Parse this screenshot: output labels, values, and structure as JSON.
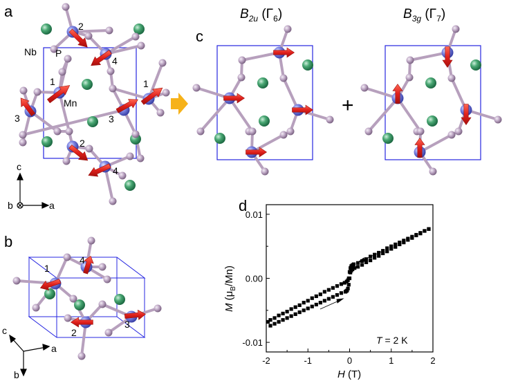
{
  "panels": {
    "a": {
      "letter": "a",
      "atoms": {
        "nb": "Nb",
        "p": "P",
        "mn": "Mn"
      },
      "site_numbers": [
        "1",
        "2",
        "3",
        "4"
      ],
      "axes": {
        "c": "c",
        "b": "b",
        "a": "a"
      }
    },
    "b": {
      "letter": "b",
      "site_numbers": [
        "1",
        "4",
        "2",
        "3"
      ],
      "axes": {
        "c": "c",
        "a": "a",
        "b": "b"
      }
    },
    "c": {
      "letter": "c",
      "mode1": {
        "main": "B",
        "sub": "2u",
        "gamma": "Γ",
        "gamma_sub": "6"
      },
      "plus": "+",
      "mode2": {
        "main": "B",
        "sub": "3g",
        "gamma": "Γ",
        "gamma_sub": "7"
      }
    },
    "d": {
      "letter": "d",
      "ylabel_main": "M",
      "ylabel_unit": "(μ",
      "ylabel_unit_sub": "B",
      "ylabel_unit_end": "/Mn)",
      "xlabel_main": "H",
      "xlabel_unit": "(T)",
      "annotation": "T = 2 K",
      "x_ticks": [
        "-2",
        "-1",
        "0",
        "1",
        "2"
      ],
      "y_ticks": [
        "0.01",
        "0.00",
        "-0.01"
      ]
    }
  },
  "colors": {
    "nb": "#3f9a6a",
    "p": "#b7a0bd",
    "mn": "#6c74d8",
    "arrow": "#e0201c",
    "cell": "#2424e0",
    "transition_arrow": "#f6b21a"
  },
  "chart_data": {
    "type": "scatter",
    "title": "",
    "xlabel": "H (T)",
    "ylabel": "M (μB/Mn)",
    "xlim": [
      -2,
      2
    ],
    "ylim": [
      -0.0115,
      0.0115
    ],
    "annotation": "T = 2 K",
    "series": [
      {
        "values_x": [
          -1.96,
          -1.9,
          -1.8,
          -1.7,
          -1.6,
          -1.5,
          -1.4,
          -1.3,
          -1.2,
          -1.1,
          -1.0,
          -0.9,
          -0.8,
          -0.7,
          -0.6,
          -0.5,
          -0.4,
          -0.3,
          -0.2,
          -0.12,
          -0.07,
          -0.04,
          -0.02,
          0.0,
          0.02,
          0.04,
          0.06,
          0.08,
          0.1,
          0.2,
          0.3,
          0.4,
          0.5,
          0.6,
          0.7,
          0.8,
          0.9,
          1.0,
          1.1,
          1.2,
          1.3,
          1.4,
          1.5,
          1.6,
          1.7,
          1.8,
          1.9
        ],
        "values_y": [
          -0.0068,
          -0.0065,
          -0.0062,
          -0.0058,
          -0.0055,
          -0.0052,
          -0.0048,
          -0.0045,
          -0.0042,
          -0.0038,
          -0.0035,
          -0.0031,
          -0.0028,
          -0.0025,
          -0.0021,
          -0.0018,
          -0.0015,
          -0.0012,
          -0.0009,
          -0.0007,
          -0.0005,
          -0.0003,
          0.0,
          0.001,
          0.0016,
          0.0019,
          0.002,
          0.0021,
          0.0022,
          0.0024,
          0.0027,
          0.003,
          0.0034,
          0.0037,
          0.004,
          0.0043,
          0.0047,
          0.005,
          0.0053,
          0.0056,
          0.0059,
          0.0062,
          0.0065,
          0.0068,
          0.0071,
          0.0074,
          0.0077
        ]
      },
      {
        "values_x": [
          1.9,
          1.8,
          1.7,
          1.6,
          1.5,
          1.4,
          1.3,
          1.2,
          1.1,
          1.0,
          0.9,
          0.8,
          0.7,
          0.6,
          0.5,
          0.4,
          0.3,
          0.2,
          0.12,
          0.07,
          0.04,
          0.02,
          0.0,
          -0.02,
          -0.04,
          -0.06,
          -0.08,
          -0.1,
          -0.2,
          -0.3,
          -0.4,
          -0.5,
          -0.6,
          -0.7,
          -0.8,
          -0.9,
          -1.0,
          -1.1,
          -1.2,
          -1.3,
          -1.4,
          -1.5,
          -1.6,
          -1.7,
          -1.8,
          -1.9
        ],
        "values_y": [
          0.0077,
          0.0074,
          0.007,
          0.0067,
          0.0063,
          0.006,
          0.0056,
          0.0053,
          0.0049,
          0.0046,
          0.0042,
          0.0039,
          0.0035,
          0.0032,
          0.0028,
          0.0025,
          0.0021,
          0.0018,
          0.0016,
          0.0014,
          0.0012,
          0.0009,
          0.0,
          -0.001,
          -0.0016,
          -0.0019,
          -0.002,
          -0.0021,
          -0.0023,
          -0.0026,
          -0.0029,
          -0.0032,
          -0.0035,
          -0.0038,
          -0.0041,
          -0.0044,
          -0.0047,
          -0.005,
          -0.0053,
          -0.0056,
          -0.0059,
          -0.0062,
          -0.0065,
          -0.0068,
          -0.0071,
          -0.0074
        ]
      }
    ]
  }
}
